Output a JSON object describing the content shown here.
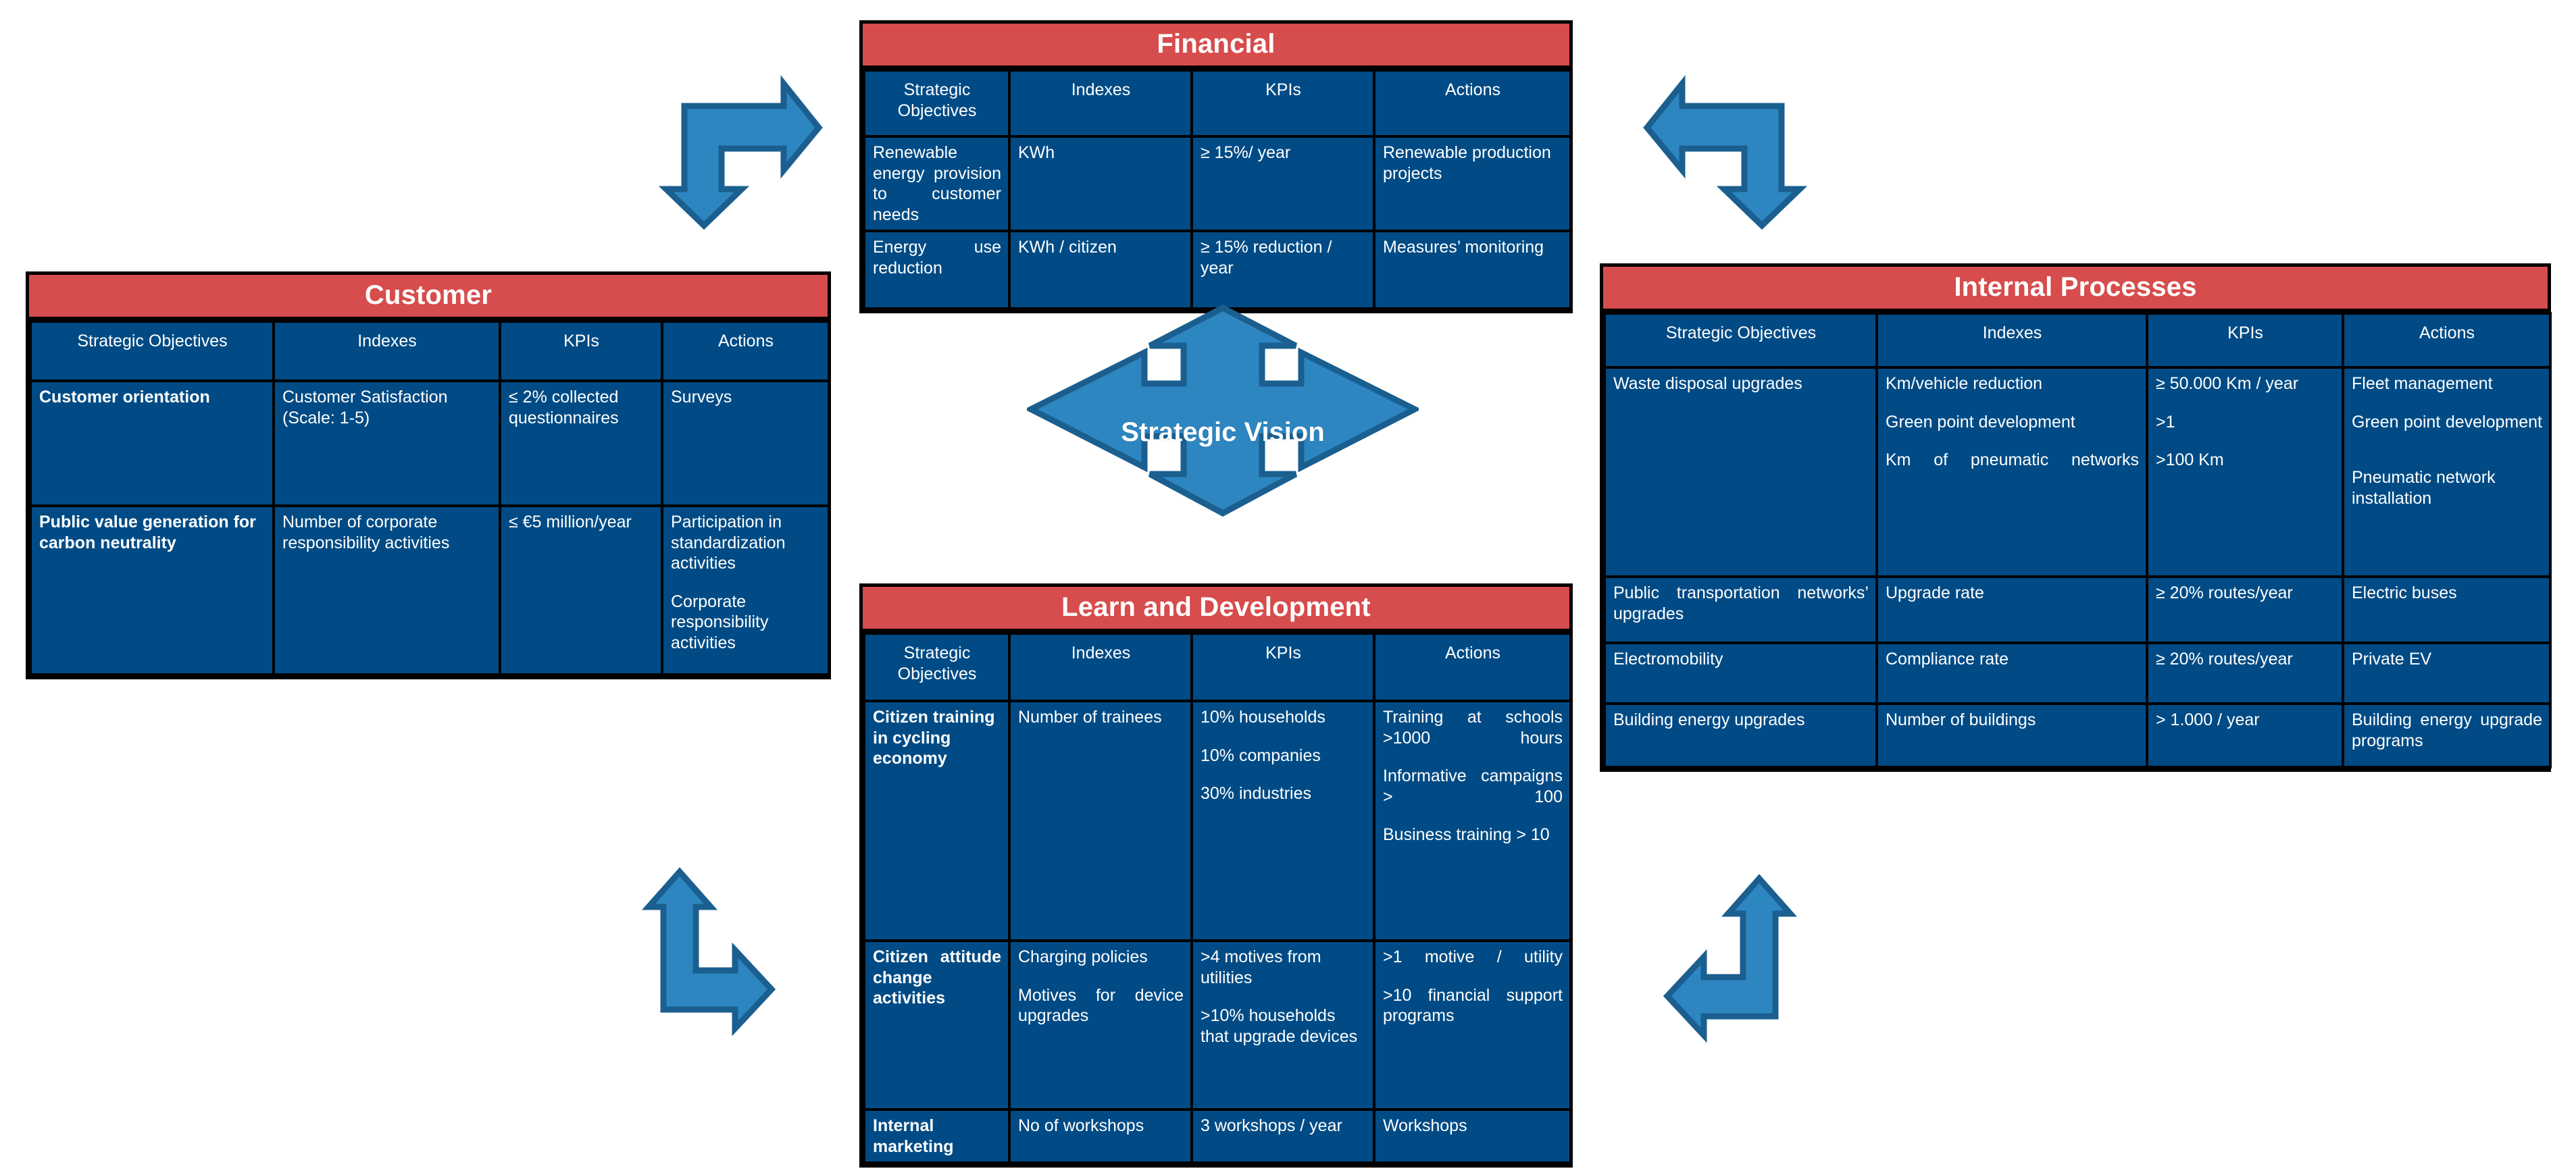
{
  "theme": {
    "header_red": "#D74C4C",
    "cell_blue": "#004B85",
    "arrow_fill": "#2E86C1",
    "arrow_stroke": "#1A5F8F",
    "text_white": "#FFFFFF",
    "border_black": "#000000"
  },
  "center": {
    "label": "Strategic Vision"
  },
  "columns": [
    "Strategic Objectives",
    "Indexes",
    "KPIs",
    "Actions"
  ],
  "panels": {
    "financial": {
      "title": "Financial",
      "headers": [
        "Strategic Objectives",
        "Indexes",
        "KPIs",
        "Actions"
      ],
      "rows": [
        {
          "objective": [
            "Renewable energy provision to customer needs"
          ],
          "indexes": [
            "KWh"
          ],
          "kpis": [
            "≥ 15%/ year"
          ],
          "actions": [
            "Renewable production projects"
          ]
        },
        {
          "objective": [
            "Energy use reduction"
          ],
          "indexes": [
            "KWh / citizen"
          ],
          "kpis": [
            "≥ 15% reduction / year"
          ],
          "actions": [
            "Measures’ monitoring"
          ]
        }
      ]
    },
    "customer": {
      "title": "Customer",
      "headers": [
        "Strategic Objectives",
        "Indexes",
        "KPIs",
        "Actions"
      ],
      "rows": [
        {
          "objective": [
            "Customer orientation"
          ],
          "indexes": [
            "Customer Satisfaction (Scale: 1-5)"
          ],
          "kpis": [
            "≤ 2% collected questionnaires"
          ],
          "actions": [
            "Surveys"
          ]
        },
        {
          "objective": [
            "Public value generation for carbon neutrality"
          ],
          "indexes": [
            "Number of corporate responsibility activities"
          ],
          "kpis": [
            "≤ €5 million/year"
          ],
          "actions": [
            "Participation in standardization activities",
            "Corporate responsibility activities"
          ]
        }
      ]
    },
    "internal": {
      "title": "Internal Processes",
      "headers": [
        "Strategic Objectives",
        "Indexes",
        "KPIs",
        "Actions"
      ],
      "rows": [
        {
          "objective": [
            "Waste disposal upgrades"
          ],
          "indexes": [
            "Km/vehicle reduction",
            "Green point development",
            "Km of pneumatic networks"
          ],
          "kpis": [
            "≥ 50.000 Km / year",
            ">1",
            ">100 Km"
          ],
          "actions": [
            "Fleet management",
            "Green point development",
            "Pneumatic network installation"
          ]
        },
        {
          "objective": [
            "Public transportation networks’ upgrades"
          ],
          "indexes": [
            "Upgrade rate"
          ],
          "kpis": [
            "≥ 20% routes/year"
          ],
          "actions": [
            "Electric buses"
          ]
        },
        {
          "objective": [
            "Electromobility"
          ],
          "indexes": [
            "Compliance rate"
          ],
          "kpis": [
            "≥ 20% routes/year"
          ],
          "actions": [
            "Private EV"
          ]
        },
        {
          "objective": [
            "Building energy upgrades"
          ],
          "indexes": [
            "Number of buildings"
          ],
          "kpis": [
            "> 1.000 / year"
          ],
          "actions": [
            "Building energy upgrade programs"
          ]
        }
      ]
    },
    "learn": {
      "title": "Learn and Development",
      "headers": [
        "Strategic Objectives",
        "Indexes",
        "KPIs",
        "Actions"
      ],
      "rows": [
        {
          "objective": [
            "Citizen training in cycling economy"
          ],
          "indexes": [
            "Number of trainees"
          ],
          "kpis": [
            "10% households",
            "10% companies",
            "30% industries"
          ],
          "actions": [
            "Training at schools >1000 hours",
            "Informative campaigns > 100",
            "Business training > 10"
          ]
        },
        {
          "objective": [
            "Citizen attitude change activities"
          ],
          "indexes": [
            "Charging policies",
            "Motives for device upgrades"
          ],
          "kpis": [
            ">4 motives from utilities",
            ">10% households that upgrade devices"
          ],
          "actions": [
            ">1 motive / utility",
            ">10 financial support programs"
          ]
        },
        {
          "objective": [
            "Internal marketing"
          ],
          "indexes": [
            "No of workshops"
          ],
          "kpis": [
            "3 workshops / year"
          ],
          "actions": [
            "Workshops"
          ]
        }
      ]
    }
  },
  "arrows": {
    "top_left": "arrow-down-right",
    "top_right": "arrow-down-left",
    "bottom_left": "arrow-up-right",
    "bottom_right": "arrow-up-left",
    "center": "arrow-four-way"
  }
}
